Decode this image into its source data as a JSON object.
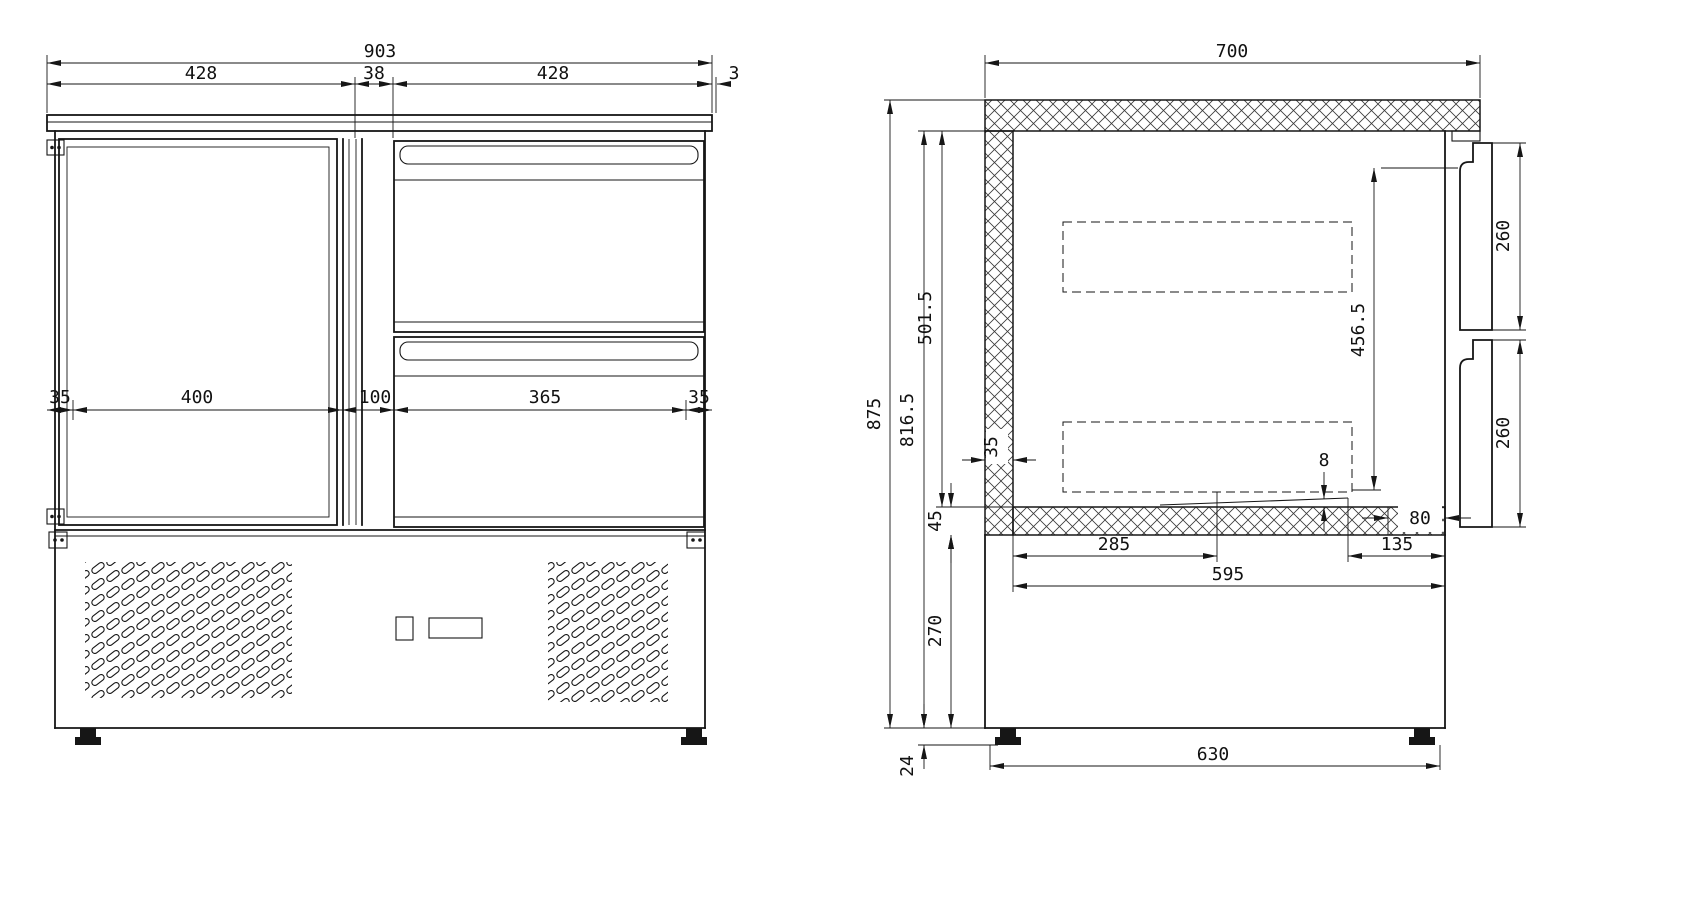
{
  "drawing": {
    "front": {
      "overall_width": "903",
      "top_left": "428",
      "top_center": "38",
      "top_right": "428",
      "top_edge": "3",
      "mid_left_margin": "35",
      "mid_door": "400",
      "mid_post": "100",
      "mid_drawer": "365",
      "mid_right_margin": "35"
    },
    "side": {
      "depth": "700",
      "total_height": "875",
      "body_height": "816.5",
      "interior_height": "501.5",
      "wall_thickness": "35",
      "bottom_thickness": "45",
      "base_height": "270",
      "foot_height": "24",
      "drawer_top": "260",
      "drawer_span": "456.5",
      "drawer_bottom": "260",
      "drain_drop": "8",
      "bottom_right_width": "80",
      "floor_left": "285",
      "floor_right": "135",
      "floor_width": "595",
      "base_width": "630"
    }
  }
}
